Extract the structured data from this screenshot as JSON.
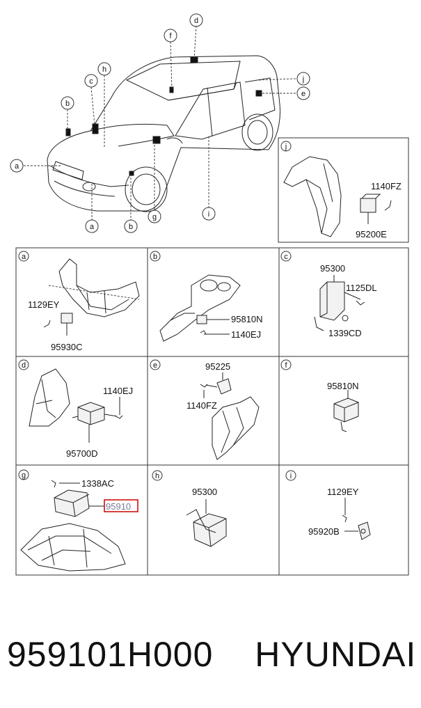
{
  "diagram": {
    "overview": {
      "callouts": [
        {
          "id": "a",
          "label": "a"
        },
        {
          "id": "b1",
          "label": "b"
        },
        {
          "id": "c",
          "label": "c"
        },
        {
          "id": "h",
          "label": "h"
        },
        {
          "id": "f",
          "label": "f"
        },
        {
          "id": "d",
          "label": "d"
        },
        {
          "id": "j",
          "label": "j"
        },
        {
          "id": "e",
          "label": "e"
        },
        {
          "id": "a2",
          "label": "a"
        },
        {
          "id": "b2",
          "label": "b"
        },
        {
          "id": "g",
          "label": "g"
        },
        {
          "id": "i",
          "label": "i"
        }
      ]
    },
    "panels": {
      "j": {
        "letter": "j",
        "parts": [
          "1140FZ",
          "95200E"
        ]
      },
      "a": {
        "letter": "a",
        "parts": [
          "1129EY",
          "95930C"
        ]
      },
      "b": {
        "letter": "b",
        "parts": [
          "95810N",
          "1140EJ"
        ]
      },
      "c": {
        "letter": "c",
        "parts": [
          "95300",
          "1125DL",
          "1339CD"
        ]
      },
      "d": {
        "letter": "d",
        "parts": [
          "1140EJ",
          "95700D"
        ]
      },
      "e": {
        "letter": "e",
        "parts": [
          "95225",
          "1140FZ"
        ]
      },
      "f": {
        "letter": "f",
        "parts": [
          "95810N"
        ]
      },
      "g": {
        "letter": "g",
        "parts": [
          "1338AC",
          "95910"
        ],
        "highlighted": "95910"
      },
      "h": {
        "letter": "h",
        "parts": [
          "95300"
        ]
      },
      "i": {
        "letter": "i",
        "parts": [
          "1129EY",
          "95920B"
        ]
      }
    },
    "colors": {
      "line": "#222222",
      "highlight": "#cc0000"
    }
  },
  "footer": {
    "part_number": "959101H000",
    "brand": "HYUNDAI"
  }
}
